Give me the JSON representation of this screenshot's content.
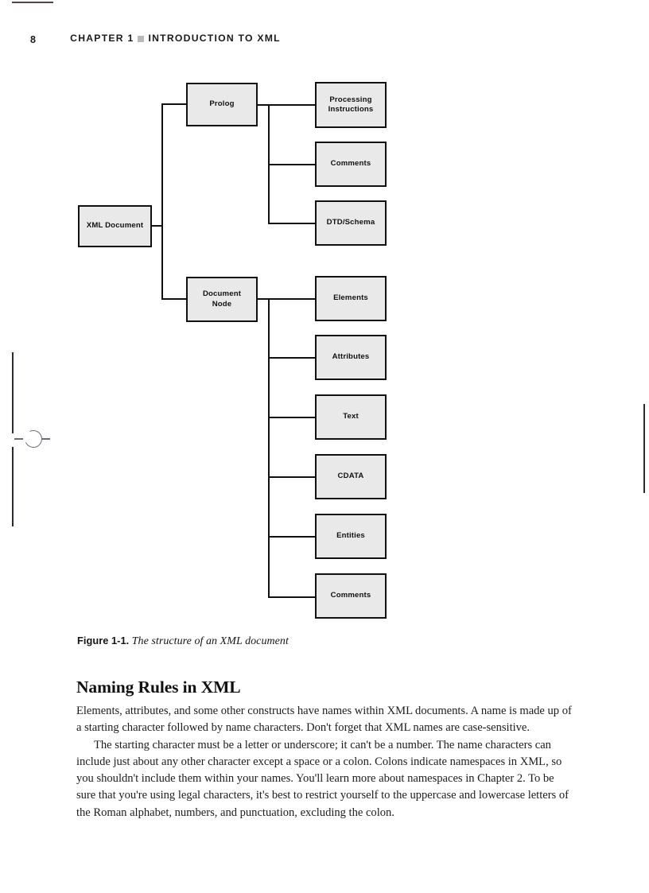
{
  "page": {
    "folio": "8",
    "chapter_label_before": "CHAPTER 1",
    "chapter_label_after": "INTRODUCTION TO XML",
    "separator_icon": "square-bullet-icon"
  },
  "figure": {
    "caption_label": "Figure 1-1.",
    "caption_text": "The structure of an XML document",
    "box_fill_color": "#e9e9e9",
    "box_border_color": "#111111",
    "nodes": {
      "root": "XML Document",
      "prolog": "Prolog",
      "document_node": "Document\nNode",
      "document_node_line1": "Document",
      "document_node_line2": "Node",
      "processing_instructions_line1": "Processing",
      "processing_instructions_line2": "Instructions",
      "prolog_comments": "Comments",
      "dtd_schema": "DTD/Schema",
      "elements": "Elements",
      "attributes": "Attributes",
      "text": "Text",
      "cdata": "CDATA",
      "entities": "Entities",
      "doc_comments": "Comments"
    }
  },
  "content": {
    "section_title": "Naming Rules in XML",
    "paragraphs": [
      "Elements, attributes, and some other constructs have names within XML documents. A name is made up of a starting character followed by name characters. Don't forget that XML names are case-sensitive.",
      "The starting character must be a letter or underscore; it can't be a number. The name characters can include just about any other character except a space or a colon. Colons indicate namespaces in XML, so you shouldn't include them within your names. You'll learn more about namespaces in Chapter 2. To be sure that you're using legal characters, it's best to restrict yourself to the uppercase and lowercase letters of the Roman alphabet, numbers, and punctuation, excluding the colon."
    ]
  }
}
